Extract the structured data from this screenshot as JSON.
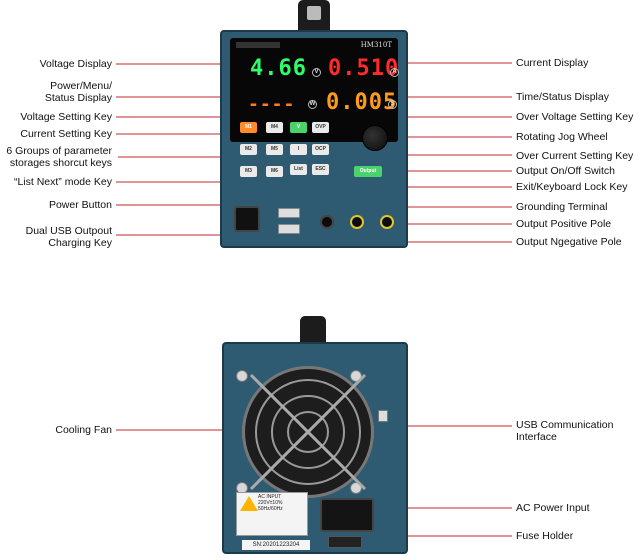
{
  "front_labels": {
    "voltage_display": "Voltage Display",
    "power_menu_status": "Power/Menu/\nStatus Display",
    "voltage_setting_key": "Voltage Setting Key",
    "current_setting_key": "Current Setting Key",
    "param_groups": "6 Groups of parameter\nstorages shorcut keys",
    "list_next": "“List Next” mode Key",
    "power_button": "Power Button",
    "dual_usb": "Dual USB Outpout\nCharging Key",
    "current_display": "Current Display",
    "time_status": "Time/Status Display",
    "over_voltage": "Over Voltage Setting Key",
    "jog_wheel": "Rotating Jog Wheel",
    "over_current": "Over Current Setting Key",
    "output_switch": "Output On/Off Switch",
    "exit_lock": "Exit/Keyboard Lock Key",
    "grounding": "Grounding Terminal",
    "positive": "Output Positive Pole",
    "negative": "Output Ngegative Pole"
  },
  "back_labels": {
    "cooling_fan": "Cooling Fan",
    "usb_comm": "USB Communication\nInterface",
    "ac_power": "AC Power Input",
    "fuse": "Fuse Holder"
  },
  "device": {
    "model": "HM310T",
    "voltage": "4.66",
    "current": "0.510",
    "power": "----",
    "time": "0.005",
    "unit_v": "V",
    "unit_a": "A",
    "unit_w": "W",
    "unit_s": "S",
    "keys": [
      "M1",
      "M4",
      "V",
      "OVP",
      "M2",
      "M5",
      "I",
      "OCP",
      "M3",
      "M6",
      "List",
      "ESC"
    ],
    "output_key": "Output",
    "rating": "AC INPUT\n220V±10%\n50Hz/60Hz",
    "serial": "SN:20201223204"
  },
  "colors": {
    "body": "#2f5b72",
    "voltage_digits": "#2dff6a",
    "current_digits": "#ff2b2b",
    "status_digits": "#ff7b1c",
    "leader_line": "#c0282c"
  }
}
